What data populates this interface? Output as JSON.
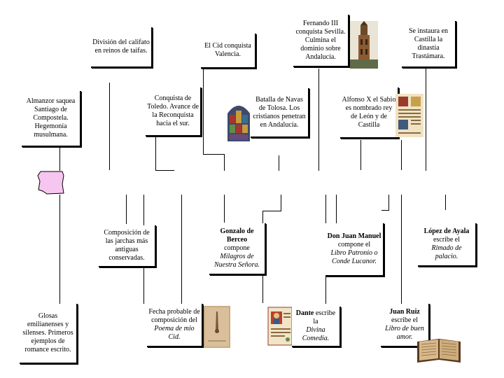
{
  "top_events": {
    "taifas": "División del califato en reinos de taifas.",
    "cid": "El Cid conquista Valencia.",
    "fernando": "Fernando III conquista Sevilla. Culmina el dominio sobre Andalucía.",
    "trastamara": "Se instaura en Castilla la dinastía Trastámara.",
    "almanzor": "Almanzor saquea Santiago de Compostela. Hegemonía musulmana.",
    "toledo": "Conquista de Toledo. Avance de la Reconquista hacia el sur.",
    "navas": "Batalla de Navas de Tolosa. Los cristianos penetran en Andalucía.",
    "alfonso": "Alfonso X el Sabio es nombrado rey de León y de Castilla"
  },
  "literary_events": {
    "jarchas": "Composición de las jarchas más antiguas conservadas.",
    "berceo_name": "Gonzalo de Berceo",
    "berceo_verb": "compone",
    "berceo_work": "Milagros de Nuestra Señora.",
    "juan_manuel_name": "Don Juan Manuel",
    "juan_manuel_verb": "compone el",
    "juan_manuel_work": "Libro Patronio o Conde Lucanor.",
    "ayala_name": "López de Ayala",
    "ayala_verb": "escribe el",
    "ayala_work": "Rimado de palacio.",
    "glosas": "Glosas emilianenses y silenses. Primeros ejemplos de romance escrito.",
    "cid_poem_prefix": "Fecha probable de composición del",
    "cid_poem_work": "Poema de mio Cid.",
    "dante_name": "Dante",
    "dante_verb": "escribe la",
    "dante_work": "Divina Comedia.",
    "ruiz_name": "Juan Ruiz",
    "ruiz_verb": "escribe el",
    "ruiz_work": "Libro de buen amor."
  },
  "icons": {
    "giralda": "giralda-tower-icon",
    "stained_glass": "stained-glass-icon",
    "manuscript": "manuscript-icon",
    "map_piece": "map-shape-icon",
    "cid_image": "cid-parchment-icon",
    "dante_image": "dante-illumination-icon",
    "book": "open-book-icon"
  }
}
